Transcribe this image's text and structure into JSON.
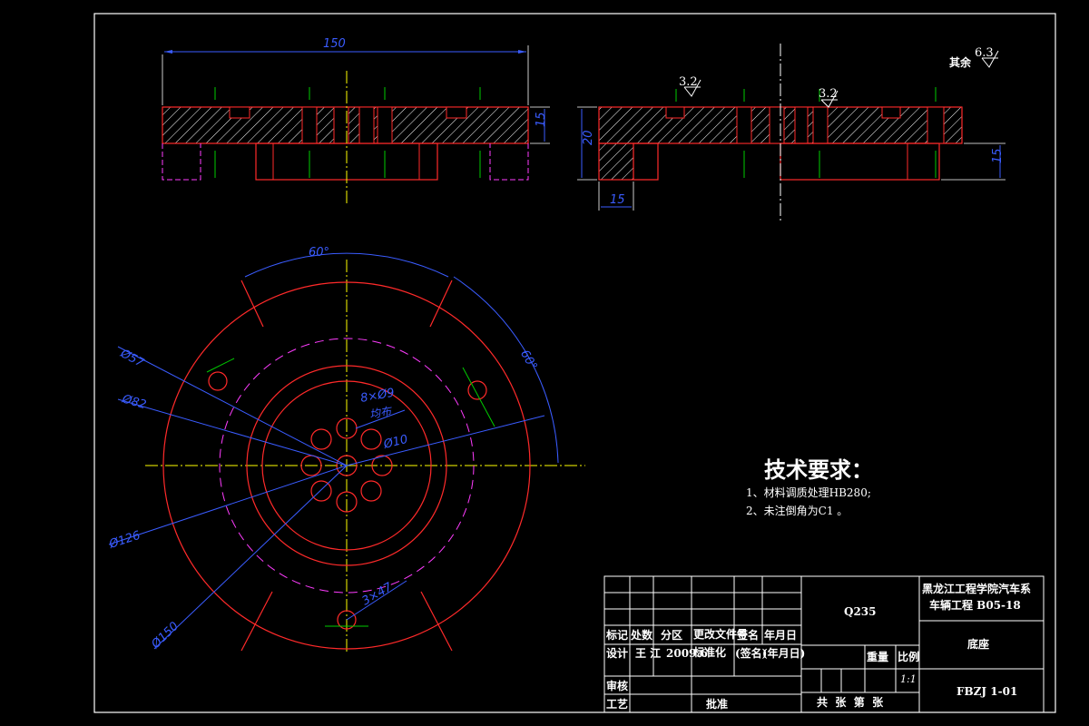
{
  "dims": {
    "top_width": "150",
    "top_height_right": "15",
    "side_height": "20",
    "side_base": "15",
    "side_step": "15",
    "rough_a": "3.2",
    "rough_b": "3.2",
    "rough_rest_prefix": "其余",
    "rough_rest": "6.3",
    "angle_top": "60°",
    "angle_right": "60°",
    "d57": "Ø57",
    "d82": "Ø82",
    "d126": "Ø126",
    "d150": "Ø150",
    "holes": "8×Ø9",
    "holes_note": "均布",
    "d10": "Ø10",
    "three_x_47": "3×47"
  },
  "tech": {
    "heading": "技术要求：",
    "line1": "1、材料调质处理HB280;",
    "line2": "2、未注倒角为C1 。"
  },
  "title_block": {
    "school_line1": "黑龙江工程学院汽车系",
    "school_line2": "车辆工程 B05-18",
    "material": "Q235",
    "part_name": "底座",
    "drawing_no": "FBZJ 1-01",
    "col_mark": "标记",
    "col_count": "处数",
    "col_zone": "分区",
    "col_doc": "更改文件号",
    "col_sign": "签名",
    "col_date": "年月日",
    "design_label": "设计",
    "designer": "王 江",
    "design_date": "2009.6",
    "std_label": "标准化",
    "std_sign": "(签名)",
    "std_date": "(年月日)",
    "weight_label": "重量",
    "scale_label": "比例",
    "scale_value": "1:1",
    "check_label": "审核",
    "process_label": "工艺",
    "approve_label": "批准",
    "sheets": "共  张  第  张"
  }
}
